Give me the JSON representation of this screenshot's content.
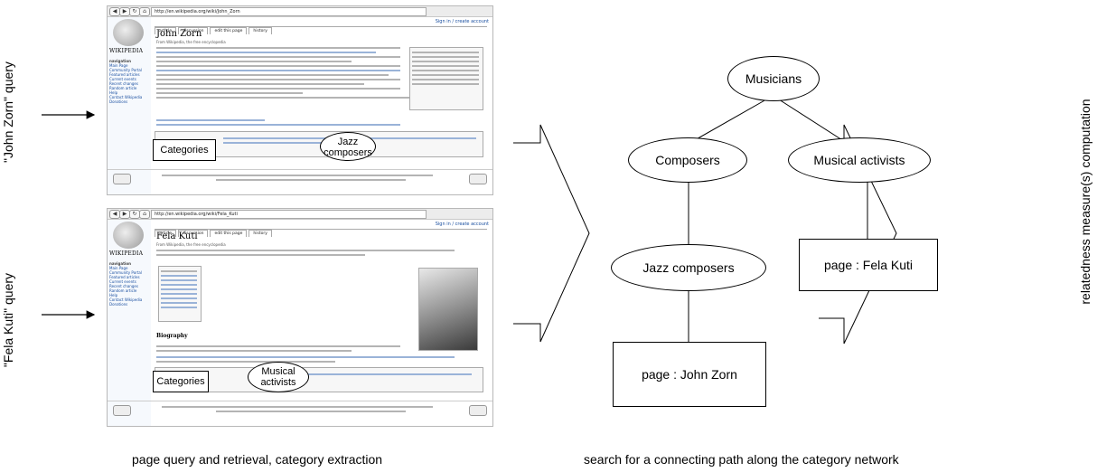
{
  "queries": {
    "zorn": "\"John Zorn\" query",
    "kuti": "\"Fela Kuti\" query"
  },
  "captions": {
    "left": "page query and retrieval, category extraction",
    "middle": "search for a connecting path along the category network",
    "right": "relatedness measure(s) computation"
  },
  "shots": {
    "zorn": {
      "url": "http://en.wikipedia.org/wiki/John_Zorn",
      "title": "John Zorn",
      "subtitle": "From Wikipedia, the free encyclopedia",
      "categories_label": "Categories",
      "highlight": "Jazz composers"
    },
    "kuti": {
      "url": "http://en.wikipedia.org/wiki/Fela_Kuti",
      "title": "Fela Kuti",
      "subtitle": "From Wikipedia, the free encyclopedia",
      "section": "Biography",
      "categories_label": "Categories",
      "highlight": "Musical activists"
    },
    "tabs": [
      "article",
      "discussion",
      "edit this page",
      "history"
    ],
    "signin": "Sign in / create account",
    "logo": "WIKIPEDIA",
    "nav": [
      "navigation",
      "Main Page",
      "Community Portal",
      "Featured articles",
      "Current events",
      "Recent changes",
      "Random article",
      "Help",
      "Contact Wikipedia",
      "Donations"
    ]
  },
  "graph": {
    "nodes": {
      "musicians": "Musicians",
      "composers": "Composers",
      "activists": "Musical activists",
      "jazz": "Jazz composers",
      "fela": "page : Fela Kuti",
      "zorn": "page : John Zorn"
    }
  },
  "colors": {
    "line": "#000000",
    "screenshot_border": "#b8b8b8",
    "link_blue": "#1a4fa0"
  }
}
